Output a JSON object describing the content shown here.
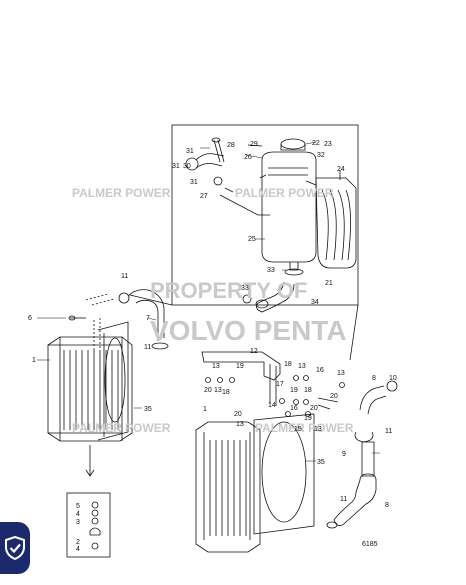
{
  "watermarks": {
    "palmer_1": "PALMER POWER",
    "palmer_2": "PALMER POWER",
    "palmer_3": "PALMER POWER",
    "palmer_4": "PALMER POWER",
    "property_1": "PROPERTY OF",
    "property_2": "VOLVO PENTA"
  },
  "drawing_number": "6185",
  "callouts": {
    "c1a": "1",
    "c1b": "1",
    "c2": "2",
    "c3": "3",
    "c4": "4",
    "c5": "5",
    "c6": "6",
    "c7": "7",
    "c8a": "8",
    "c8b": "8",
    "c9": "9",
    "c10": "10",
    "c11a": "11",
    "c11b": "11",
    "c11c": "11",
    "c11d": "11",
    "c12": "12",
    "c13a": "13",
    "c13b": "13",
    "c13c": "13",
    "c13d": "13",
    "c13e": "13",
    "c13f": "13",
    "c14": "14",
    "c15": "15",
    "c16a": "16",
    "c16b": "16",
    "c17": "17",
    "c18a": "18",
    "c18b": "18",
    "c18c": "18",
    "c19a": "19",
    "c19b": "19",
    "c20a": "20",
    "c20b": "20",
    "c20c": "20",
    "c20d": "20",
    "c21": "21",
    "c22": "22",
    "c23": "23",
    "c24": "24",
    "c25": "25",
    "c26": "26",
    "c27": "27",
    "c28": "28",
    "c29": "29",
    "c30": "30",
    "c31": "31",
    "c32": "32",
    "c33a": "33",
    "c33b": "33",
    "c34": "34",
    "c35a": "35",
    "c35b": "35"
  },
  "badge": {
    "icon": "shield-check-icon",
    "color": "#1c2a6b"
  }
}
